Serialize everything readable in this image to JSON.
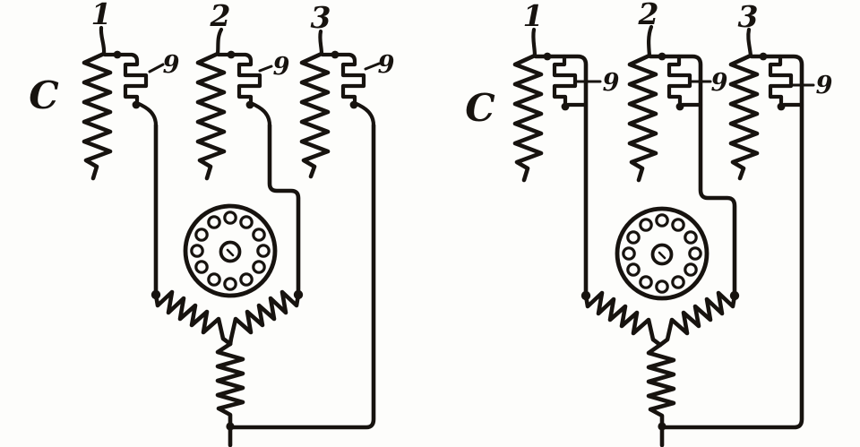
{
  "figure": {
    "ink_color": "#17130f",
    "paper_color": "#fdfdfb",
    "left_diagram": {
      "coil_label": "C",
      "line_labels": [
        "1",
        "2",
        "3"
      ],
      "cutout_labels": [
        "9",
        "9",
        "9"
      ]
    },
    "right_diagram": {
      "coil_label": "C",
      "line_labels": [
        "1",
        "2",
        "3"
      ],
      "cutout_labels": [
        "9",
        "9",
        "9"
      ]
    }
  }
}
